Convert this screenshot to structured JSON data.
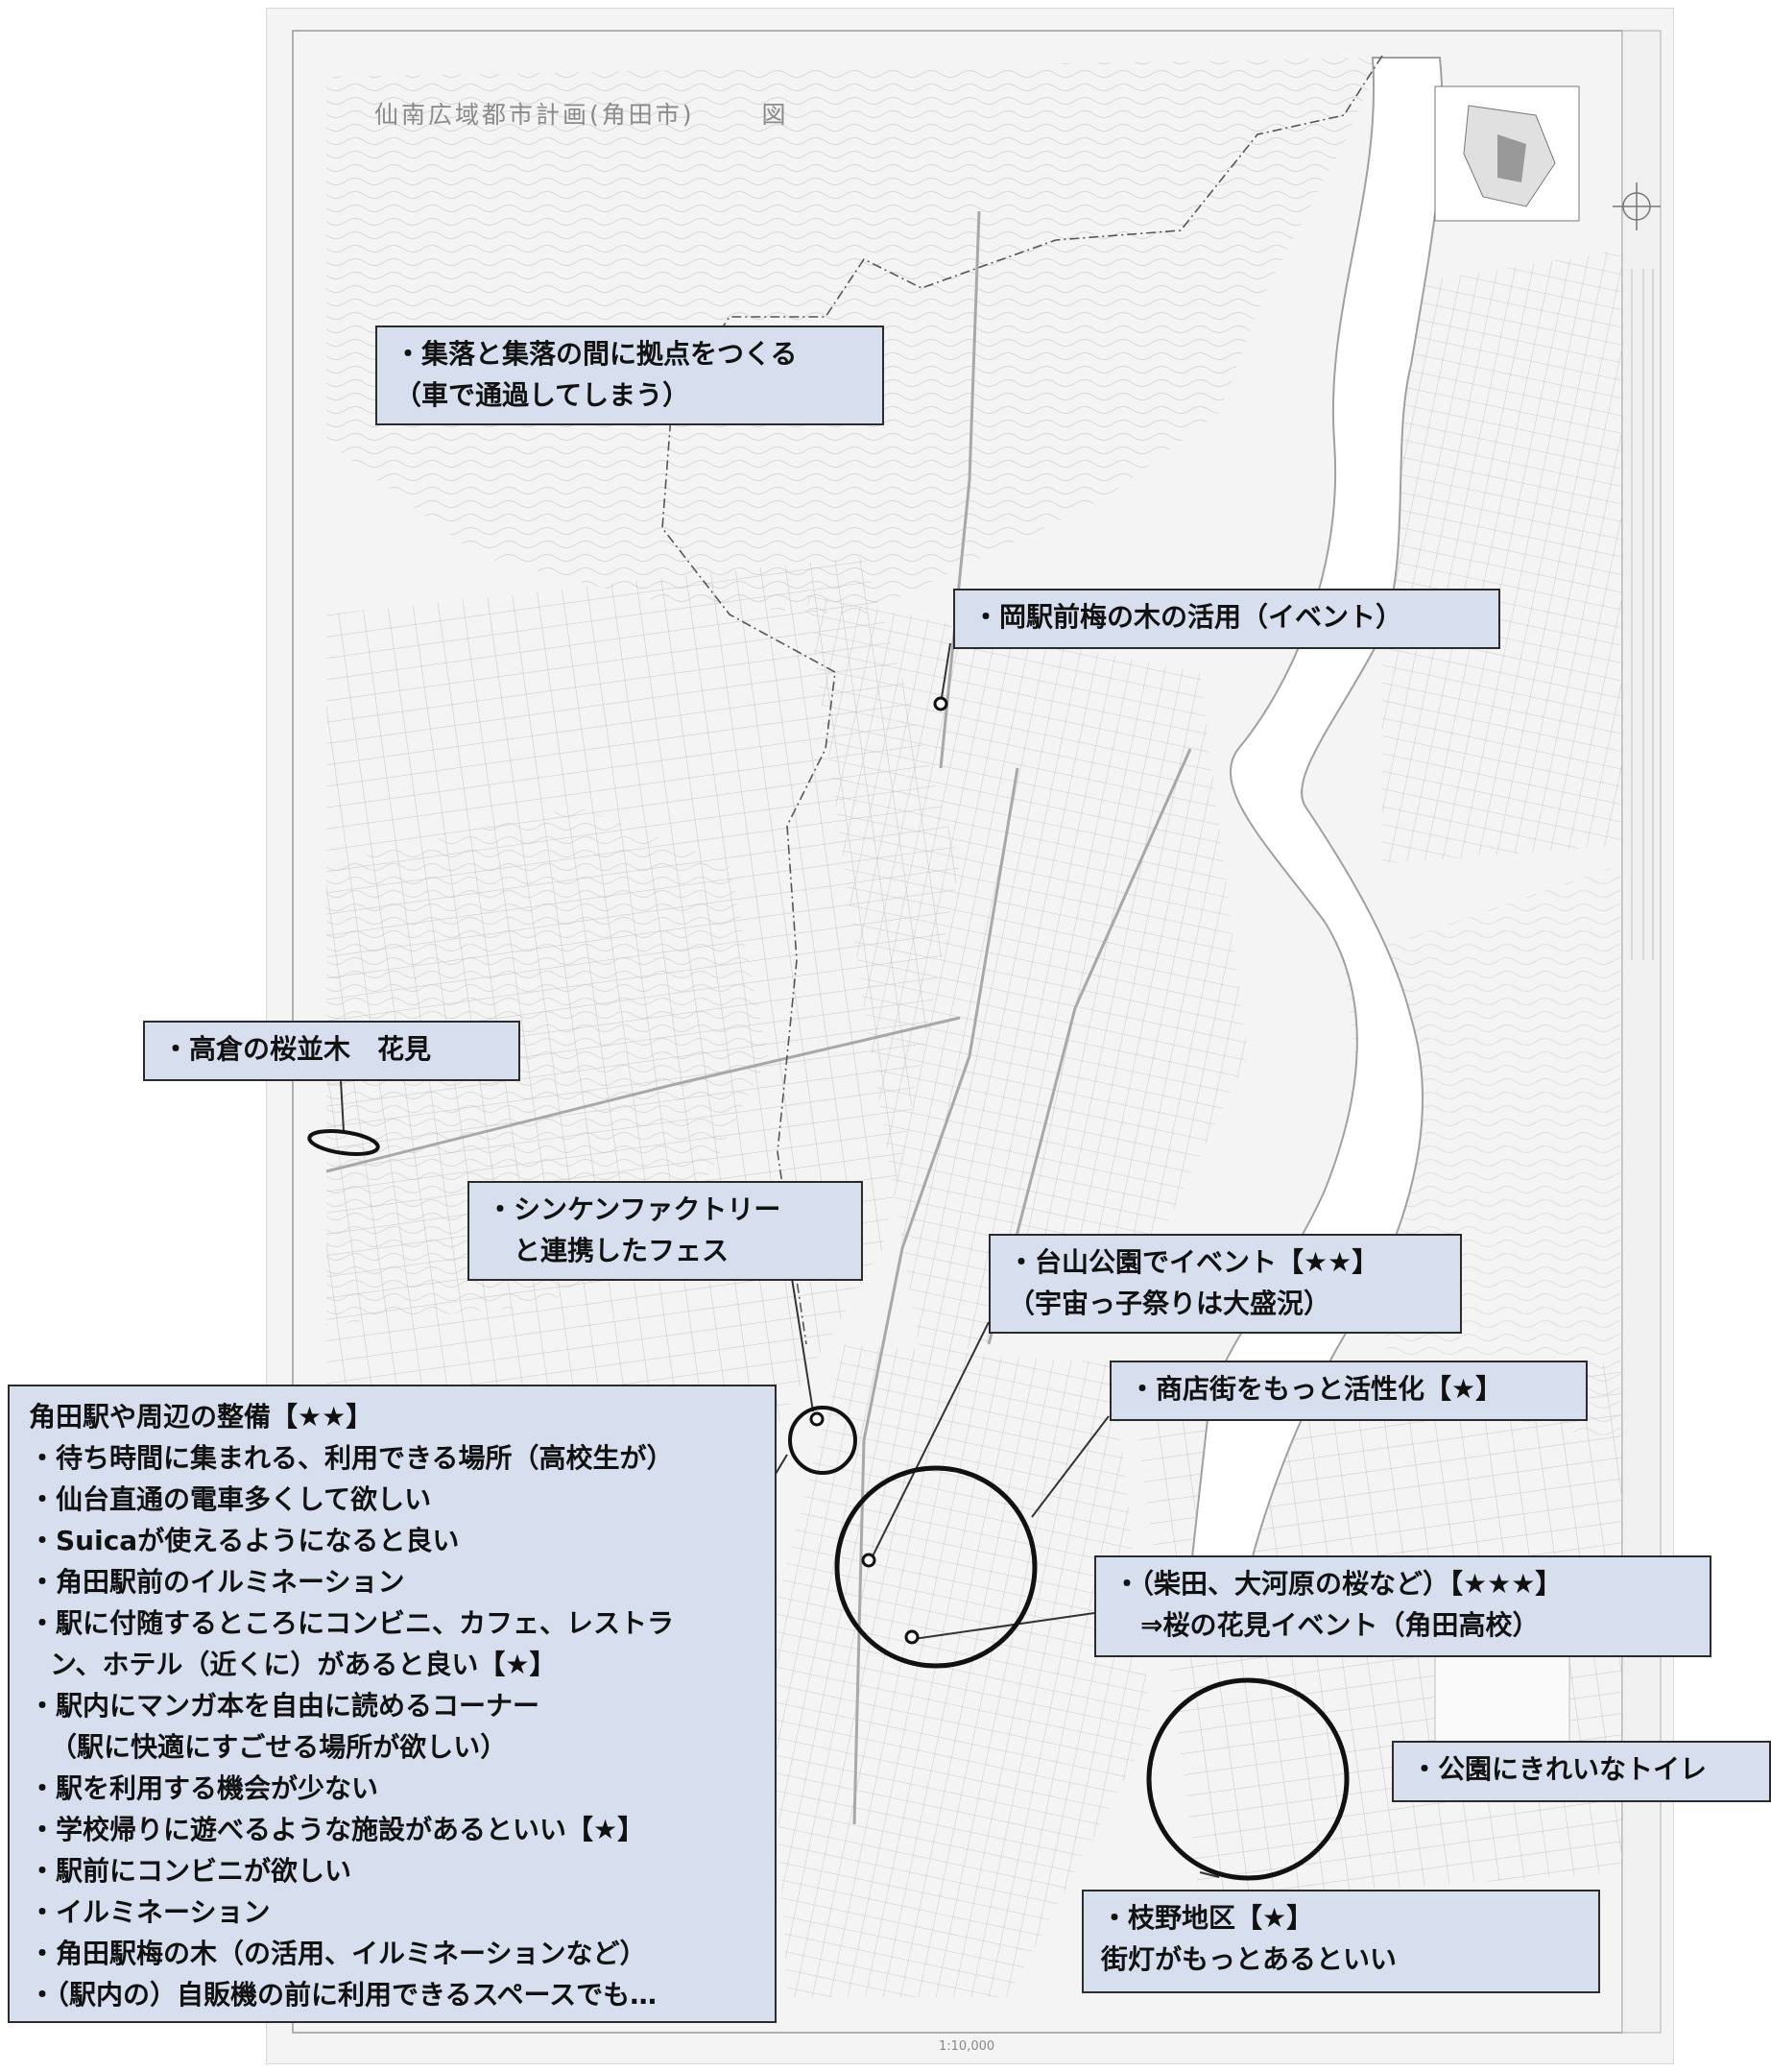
{
  "map": {
    "title": "仙南広域都市計画(角田市)",
    "title_suffix": "図",
    "scale": "1:10,000"
  },
  "colors": {
    "note_fill": "#d7dfee",
    "note_border": "#2b2b2b",
    "marker": "#111111",
    "map_line": "#b8b8b8",
    "river": "#ffffff"
  },
  "notes": [
    {
      "id": "settlement",
      "lines": [
        "・集落と集落の間に拠点をつくる",
        "（車で通過してしまう）"
      ]
    },
    {
      "id": "oka-station",
      "lines": [
        "・岡駅前梅の木の活用（イベント）"
      ]
    },
    {
      "id": "takakura",
      "lines": [
        "・高倉の桜並木　花見"
      ]
    },
    {
      "id": "shinken",
      "lines": [
        "・シンケンファクトリー",
        "　と連携したフェス"
      ]
    },
    {
      "id": "daiyama",
      "lines": [
        "・台山公園でイベント【★★】",
        "（宇宙っ子祭りは大盛況）"
      ]
    },
    {
      "id": "shopping",
      "lines": [
        "・商店街をもっと活性化【★】"
      ]
    },
    {
      "id": "sakura",
      "lines": [
        "・（柴田、大河原の桜など）【★★★】",
        "　⇒桜の花見イベント（角田高校）"
      ]
    },
    {
      "id": "toilet",
      "lines": [
        "・公園にきれいなトイレ"
      ]
    },
    {
      "id": "edano",
      "lines": [
        "・枝野地区【★】",
        "街灯がもっとあるといい"
      ]
    },
    {
      "id": "kakuda-station",
      "lines": [
        "角田駅や周辺の整備【★★】",
        "・待ち時間に集まれる、利用できる場所（高校生が）",
        "・仙台直通の電車多くして欲しい",
        "・Suicaが使えるようになると良い",
        "・角田駅前のイルミネーション",
        "・駅に付随するところにコンビニ、カフェ、レストラ",
        "ン、ホテル（近くに）があると良い【★】",
        "・駅内にマンガ本を自由に読めるコーナー",
        "（駅に快適にすごせる場所が欲しい）",
        "・駅を利用する機会が少ない",
        "・学校帰りに遊べるような施設があるといい【★】",
        "・駅前にコンビニが欲しい",
        "・イルミネーション",
        "・角田駅梅の木（の活用、イルミネーションなど）",
        "・（駅内の）自販機の前に利用できるスペースでも…"
      ]
    }
  ]
}
